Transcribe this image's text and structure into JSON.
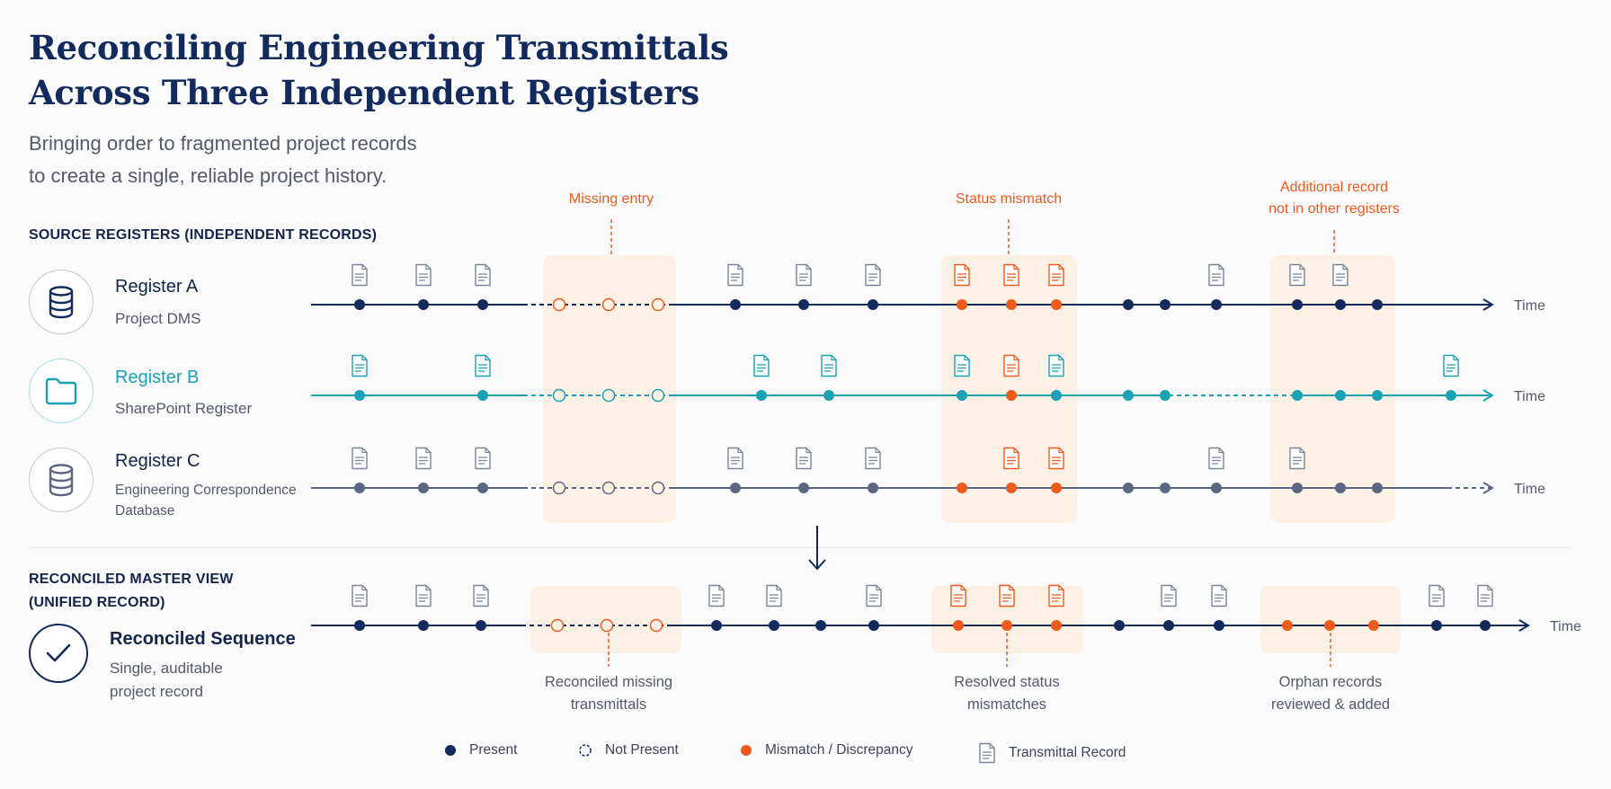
{
  "title": [
    "Reconciling Engineering Transmittals",
    "Across Three Independent Registers"
  ],
  "subtitle": [
    "Bringing order to fragmented project records",
    "to create a single, reliable project history."
  ],
  "sections": {
    "sources": "SOURCE REGISTERS (INDEPENDENT RECORDS)",
    "master": [
      "RECONCILED MASTER VIEW",
      "(UNIFIED RECORD)"
    ]
  },
  "colors": {
    "navy": "#122a5c",
    "teal": "#1ba1b5",
    "slate": "#5b6782",
    "orange": "#ee5a1c",
    "highlight": "#fdf1e6",
    "doc": "#7a8499"
  },
  "registers": [
    {
      "name": "Register A",
      "sub": [
        "Project DMS"
      ],
      "icon": "database-icon",
      "accent": "navy"
    },
    {
      "name": "Register B",
      "sub": [
        "SharePoint Register"
      ],
      "icon": "folder-icon",
      "accent": "teal"
    },
    {
      "name": "Register C",
      "sub": [
        "Engineering Correspondence",
        "Database"
      ],
      "icon": "database-icon",
      "accent": "slate"
    }
  ],
  "master": {
    "name": "Reconciled Sequence",
    "sub": [
      "Single, auditable",
      "project record"
    ],
    "icon": "check-icon"
  },
  "callouts_top": [
    {
      "text": [
        "Missing entry"
      ]
    },
    {
      "text": [
        "Status mismatch"
      ]
    },
    {
      "text": [
        "Additional record",
        "not in other registers"
      ]
    }
  ],
  "callouts_bottom": [
    {
      "text": [
        "Reconciled missing",
        "transmittals"
      ]
    },
    {
      "text": [
        "Resolved status",
        "mismatches"
      ]
    },
    {
      "text": [
        "Orphan records",
        "reviewed & added"
      ]
    }
  ],
  "axis_label": "Time",
  "timelines": [
    {
      "id": "register-a",
      "color": "navy",
      "markers": [
        "present",
        "present",
        "present",
        "absent",
        "absent",
        "absent",
        "present",
        "present",
        "present",
        "mismatch",
        "mismatch",
        "mismatch",
        "present",
        "present",
        "present",
        "present",
        "present",
        "present"
      ],
      "docs": [
        "normal",
        "normal",
        "normal",
        "none",
        "none",
        "none",
        "normal",
        "normal",
        "normal",
        "mismatch",
        "mismatch",
        "mismatch",
        "none",
        "none",
        "normal",
        "normal",
        "normal",
        "none"
      ]
    },
    {
      "id": "register-b",
      "color": "teal",
      "markers": [
        "present",
        "present",
        "absent",
        "absent",
        "absent",
        "present",
        "present",
        "present",
        "mismatch",
        "present",
        "present",
        "present",
        "present",
        "present",
        "present",
        "present"
      ],
      "docs": [
        "normal",
        "normal",
        "none",
        "none",
        "none",
        "normal",
        "normal",
        "normal",
        "mismatch",
        "normal",
        "none",
        "none",
        "none",
        "none",
        "none",
        "normal"
      ]
    },
    {
      "id": "register-c",
      "color": "slate",
      "markers": [
        "present",
        "present",
        "present",
        "absent",
        "absent",
        "absent",
        "present",
        "present",
        "present",
        "mismatch",
        "mismatch",
        "mismatch",
        "present",
        "present",
        "present",
        "present",
        "present",
        "present"
      ],
      "docs": [
        "normal",
        "normal",
        "normal",
        "none",
        "none",
        "none",
        "normal",
        "normal",
        "normal",
        "none",
        "mismatch",
        "mismatch",
        "none",
        "none",
        "normal",
        "normal",
        "none",
        "none"
      ]
    },
    {
      "id": "reconciled",
      "color": "navy",
      "markers": [
        "present",
        "present",
        "present",
        "absent",
        "absent",
        "absent",
        "present",
        "present",
        "present",
        "present",
        "mismatch",
        "mismatch",
        "mismatch",
        "present",
        "present",
        "present",
        "mismatch",
        "mismatch",
        "mismatch",
        "present",
        "present"
      ],
      "docs": [
        "normal",
        "normal",
        "normal",
        "none",
        "none",
        "none",
        "normal",
        "normal",
        "none",
        "normal",
        "mismatch",
        "mismatch",
        "mismatch",
        "none",
        "normal",
        "normal",
        "none",
        "none",
        "none",
        "normal",
        "normal"
      ]
    }
  ],
  "legend": [
    {
      "label": "Present",
      "icon": "filled-dot-icon"
    },
    {
      "label": "Not Present",
      "icon": "open-dot-icon"
    },
    {
      "label": "Mismatch / Discrepancy",
      "icon": "orange-dot-icon"
    },
    {
      "label": "Transmittal Record",
      "icon": "document-icon"
    }
  ]
}
